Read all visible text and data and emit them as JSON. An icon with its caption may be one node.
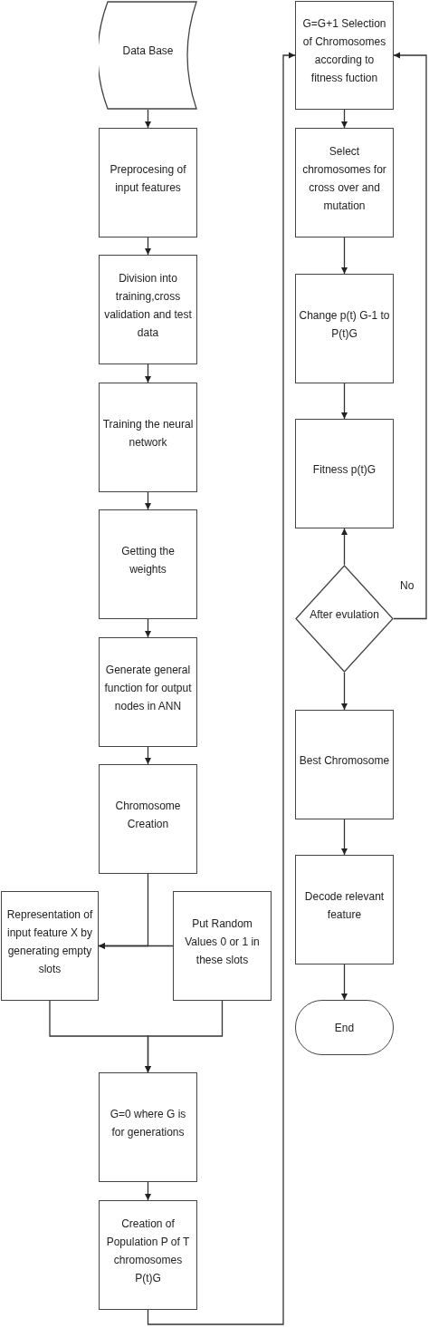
{
  "diagram": {
    "nodes": [
      {
        "text": [
          "Data Base"
        ]
      },
      {
        "text": [
          "Preprocesing of input features"
        ]
      },
      {
        "text": [
          "Division into training,cross validation and test data"
        ]
      },
      {
        "text": [
          "Training the neural network"
        ]
      },
      {
        "text": [
          "Getting the weights"
        ]
      },
      {
        "text": [
          "Generate general function for output nodes in ANN"
        ]
      },
      {
        "text": [
          "Chromosome Creation"
        ]
      },
      {
        "text": [
          "Representation of input feature X by generating empty slots"
        ]
      },
      {
        "text": [
          "Put Random Values 0 or 1 in these slots"
        ]
      },
      {
        "text": [
          "G=0 where G is for generations"
        ]
      },
      {
        "text": [
          "Creation of Population P of T chromosomes P(t)G"
        ]
      },
      {
        "text": [
          "G=G+1 Selection of Chromosomes according to fitness fuction"
        ]
      },
      {
        "text": [
          "Select chromosomes for cross over and mutation"
        ]
      },
      {
        "text": [
          "Change p(t) G-1 to P(t)G"
        ]
      },
      {
        "text": [
          "Fitness p(t)G"
        ]
      },
      {
        "text": [
          "After evulation"
        ]
      },
      {
        "text": [
          "Best Chromosome"
        ]
      },
      {
        "text": [
          "Decode relevant feature"
        ]
      },
      {
        "text": [
          "End"
        ]
      }
    ],
    "edges": [
      {
        "from": 0,
        "to": 1,
        "arrow": "to"
      },
      {
        "from": 1,
        "to": 2,
        "arrow": "to"
      },
      {
        "from": 2,
        "to": 3,
        "arrow": "to"
      },
      {
        "from": 3,
        "to": 4,
        "arrow": "to"
      },
      {
        "from": 4,
        "to": 5,
        "arrow": "to"
      },
      {
        "from": 5,
        "to": 6,
        "arrow": "to"
      },
      {
        "from": 6,
        "to": 7,
        "arrow": "to"
      },
      {
        "from": 8,
        "to": 7,
        "arrow": "to"
      },
      {
        "from": 7,
        "to": 9,
        "arrow": "to"
      },
      {
        "from": 8,
        "to": 9,
        "arrow": "to"
      },
      {
        "from": 10,
        "to": 11,
        "arrow": "to"
      },
      {
        "from": 11,
        "to": 12,
        "arrow": "to"
      },
      {
        "from": 12,
        "to": 13,
        "arrow": "to"
      },
      {
        "from": 13,
        "to": 14,
        "arrow": "to"
      },
      {
        "from": 15,
        "to": 14,
        "arrow": "to"
      },
      {
        "from": 15,
        "to": 11,
        "arrow": "to",
        "label": "No"
      },
      {
        "from": 15,
        "to": 16,
        "arrow": "to"
      },
      {
        "from": 16,
        "to": 17,
        "arrow": "to"
      },
      {
        "from": 17,
        "to": 18,
        "arrow": "to"
      },
      {
        "from": 9,
        "to": 10,
        "arrow": "to"
      }
    ]
  }
}
